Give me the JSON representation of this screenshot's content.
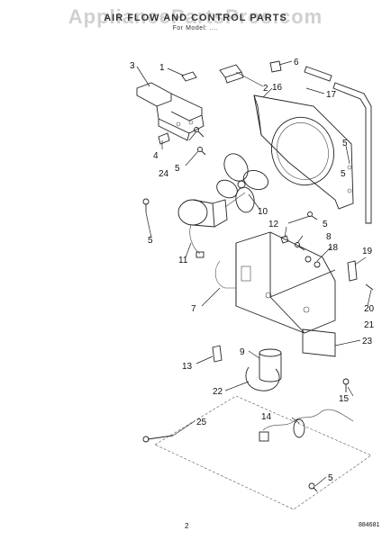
{
  "header": {
    "watermark": "AppliancePartsPros.com",
    "title": "AIR FLOW AND CONTROL PARTS",
    "subtitle": "For Model: ...."
  },
  "footer": {
    "page_number": "2",
    "document_number": "884681"
  },
  "callouts": [
    "1",
    "2",
    "3",
    "4",
    "5",
    "6",
    "7",
    "8",
    "9",
    "10",
    "11",
    "12",
    "13",
    "14",
    "15",
    "16",
    "17",
    "18",
    "19",
    "20",
    "21",
    "22",
    "23",
    "24",
    "25",
    "5",
    "5",
    "5",
    "5",
    "5"
  ]
}
